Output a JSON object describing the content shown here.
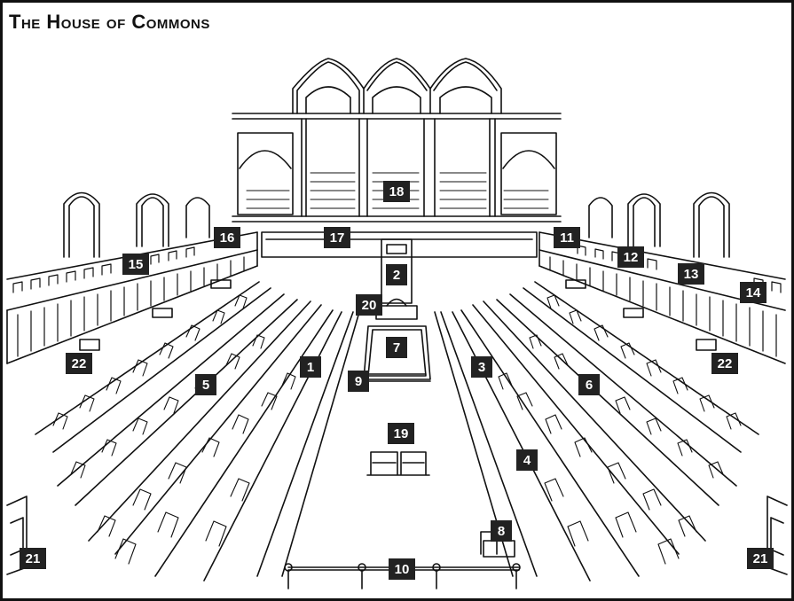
{
  "title": "The House of Commons",
  "colors": {
    "ink": "#111111",
    "badge": "#222222",
    "badge_text": "#ffffff",
    "paper": "#ffffff"
  },
  "labels": {
    "n1": "1",
    "n2": "2",
    "n3": "3",
    "n4": "4",
    "n5": "5",
    "n6": "6",
    "n7": "7",
    "n8": "8",
    "n9": "9",
    "n10": "10",
    "n11": "11",
    "n12": "12",
    "n13": "13",
    "n14": "14",
    "n15": "15",
    "n16": "16",
    "n17": "17",
    "n18": "18",
    "n19": "19",
    "n20": "20",
    "n21": "21",
    "n22": "22"
  }
}
